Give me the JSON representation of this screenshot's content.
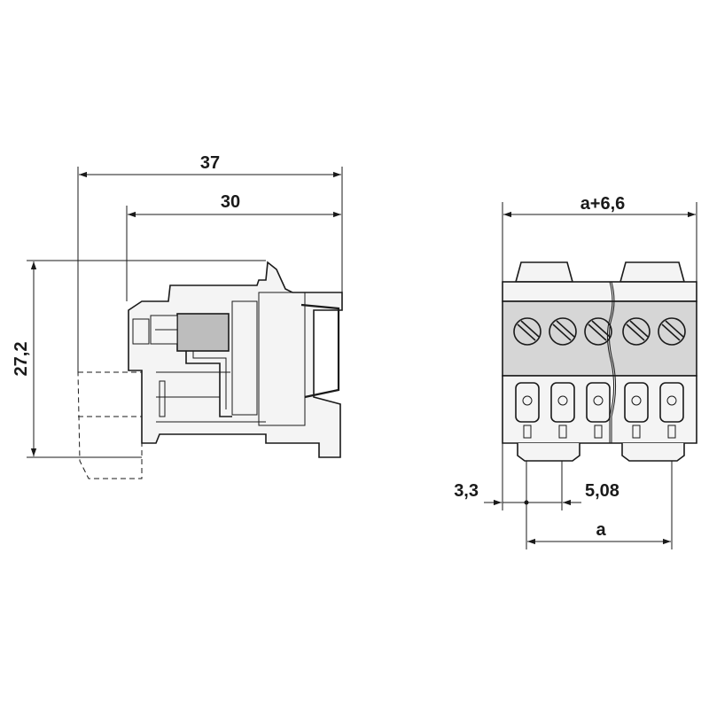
{
  "dimensions": {
    "width_overall": "37",
    "width_inner": "30",
    "height": "27,2",
    "width_front": "a+6,6",
    "offset": "3,3",
    "pitch": "5,08",
    "length_a": "a"
  },
  "colors": {
    "line": "#1a1a1a",
    "body": "#f4f4f4",
    "grey": "#d6d6d6",
    "dark_grey": "#bdbdbd",
    "rail": "#1a1a1a"
  }
}
